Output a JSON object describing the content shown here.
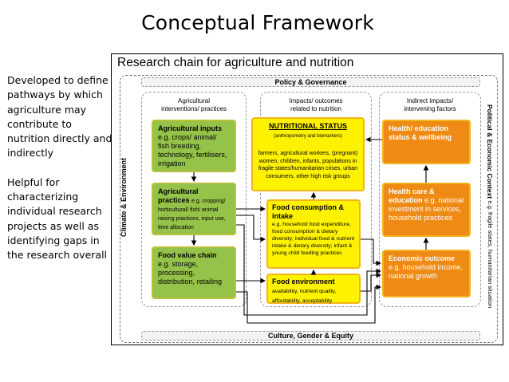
{
  "page_title": "Conceptual Framework",
  "left_notes": {
    "p1": "Developed to define pathways by which agriculture may contribute to nutrition directly and indirectly",
    "p2": "Helpful for characterizing individual research projects as well as identifying gaps in the research overall"
  },
  "diagram": {
    "title": "Research chain for agriculture and nutrition",
    "policy": "Policy & Governance",
    "culture": "Culture, Gender & Equity",
    "climate": "Climate & Environment",
    "political": "Political & Economic Context",
    "political_sub": "e.g. fragile states, humanitarian situation",
    "columns": {
      "agri": "Agricultural interventions/ practices",
      "impacts": "Impacts/ outcomes related to nutrition",
      "indirect": "Indirect impacts/ intervening factors"
    },
    "boxes": {
      "agri_inputs_title": "Agricultural inputs",
      "agri_inputs_body": "e.g. crops/ animal/ fish breeding, technology, fertilisers, irrigation",
      "agri_practices_title": "Agricultural practices",
      "agri_practices_eg": "e.g. cropping/",
      "agri_practices_body": "horticultural/ fish/ animal raising practices, input use, time allocation",
      "value_chain_title": "Food value chain",
      "value_chain_body": "e.g. storage, processing, distribution, retailing",
      "nutritional_status_title": "NUTRITIONAL STATUS",
      "nutritional_status_sub": "(anthropometry and biomarkers)",
      "nutritional_status_body": "farmers, agricultural workers, (pregnant) women, children, infants, populations in fragile states/humanitarian crises, urban consumers, other high risk groups",
      "food_consumption_title": "Food consumption & intake",
      "food_consumption_body": "e.g. household food expenditure, food consumption & dietary diversity; individual food & nutrient intake & dietary diversity; infant & young child feeding practices",
      "food_env_title": "Food environment",
      "food_env_body": "availability, nutrient quality, affordability, acceptability",
      "health_ed_title": "Health/ education status & wellbeing",
      "health_care_title": "Health care & education",
      "health_care_body": "e.g. national investment in services, household practices",
      "economic_title": "Economic outcome",
      "economic_body": "e.g. household income, national growth"
    }
  },
  "colors": {
    "green": "#95c34a",
    "orange": "#ef8a14",
    "yellow": "#fff200"
  }
}
